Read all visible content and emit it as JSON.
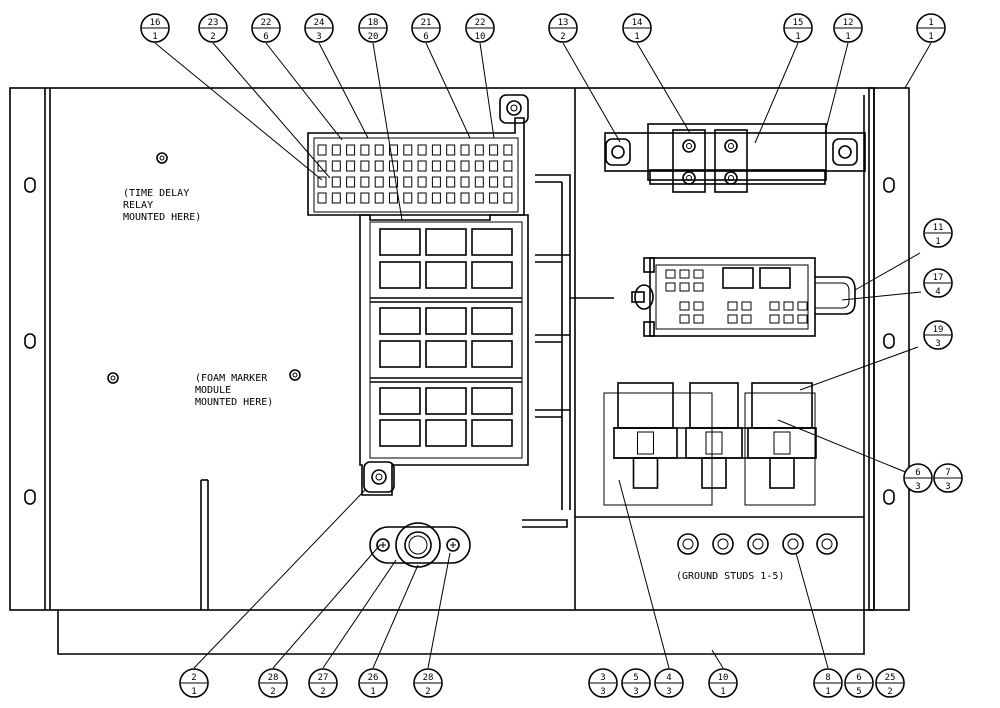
{
  "annotations": {
    "time_delay": [
      "(TIME DELAY",
      "RELAY",
      "MOUNTED HERE)"
    ],
    "foam_marker": [
      "(FOAM MARKER",
      "MODULE",
      "MOUNTED HERE)"
    ],
    "ground_studs": "(GROUND STUDS 1-5)"
  },
  "balloons": [
    {
      "id": "b-top-1",
      "top": "16",
      "bottom": "1"
    },
    {
      "id": "b-top-2",
      "top": "23",
      "bottom": "2"
    },
    {
      "id": "b-top-3",
      "top": "22",
      "bottom": "6"
    },
    {
      "id": "b-top-4",
      "top": "24",
      "bottom": "3"
    },
    {
      "id": "b-top-5",
      "top": "18",
      "bottom": "20"
    },
    {
      "id": "b-top-6",
      "top": "21",
      "bottom": "6"
    },
    {
      "id": "b-top-7",
      "top": "22",
      "bottom": "10"
    },
    {
      "id": "b-top-8",
      "top": "13",
      "bottom": "2"
    },
    {
      "id": "b-top-9",
      "top": "14",
      "bottom": "1"
    },
    {
      "id": "b-top-10",
      "top": "15",
      "bottom": "1"
    },
    {
      "id": "b-top-11",
      "top": "12",
      "bottom": "1"
    },
    {
      "id": "b-top-12",
      "top": "1",
      "bottom": "1"
    },
    {
      "id": "b-right-1",
      "top": "11",
      "bottom": "1"
    },
    {
      "id": "b-right-2",
      "top": "17",
      "bottom": "4"
    },
    {
      "id": "b-right-3",
      "top": "19",
      "bottom": "3"
    },
    {
      "id": "b-right-4",
      "top": "6",
      "bottom": "3"
    },
    {
      "id": "b-right-5",
      "top": "7",
      "bottom": "3"
    },
    {
      "id": "b-bot-1",
      "top": "2",
      "bottom": "1"
    },
    {
      "id": "b-bot-2",
      "top": "28",
      "bottom": "2"
    },
    {
      "id": "b-bot-3",
      "top": "27",
      "bottom": "2"
    },
    {
      "id": "b-bot-4",
      "top": "26",
      "bottom": "1"
    },
    {
      "id": "b-bot-5",
      "top": "28",
      "bottom": "2"
    },
    {
      "id": "b-bot-6",
      "top": "3",
      "bottom": "3"
    },
    {
      "id": "b-bot-7",
      "top": "5",
      "bottom": "3"
    },
    {
      "id": "b-bot-8",
      "top": "4",
      "bottom": "3"
    },
    {
      "id": "b-bot-9",
      "top": "10",
      "bottom": "1"
    },
    {
      "id": "b-bot-10",
      "top": "8",
      "bottom": "1"
    },
    {
      "id": "b-bot-11",
      "top": "6",
      "bottom": "5"
    },
    {
      "id": "b-bot-12",
      "top": "25",
      "bottom": "2"
    }
  ]
}
